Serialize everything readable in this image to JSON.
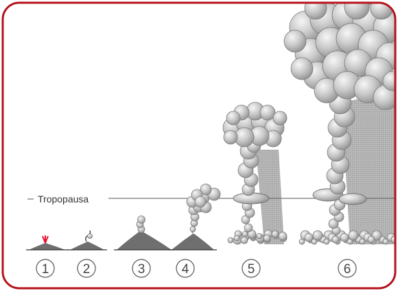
{
  "diagram": {
    "tropopause_label": "Tropopausa",
    "stages": [
      {
        "label": "1"
      },
      {
        "label": "2"
      },
      {
        "label": "3"
      },
      {
        "label": "4"
      },
      {
        "label": "5"
      },
      {
        "label": "6"
      }
    ]
  },
  "colors": {
    "frame": "#b5121b",
    "sphere_light": "#e4e4e4",
    "sphere_dark": "#8e8e8e",
    "ash_fall": "#a7a7a7",
    "ground": "#6f6f6f",
    "lava": "#e8112d",
    "ink": "#333333"
  }
}
